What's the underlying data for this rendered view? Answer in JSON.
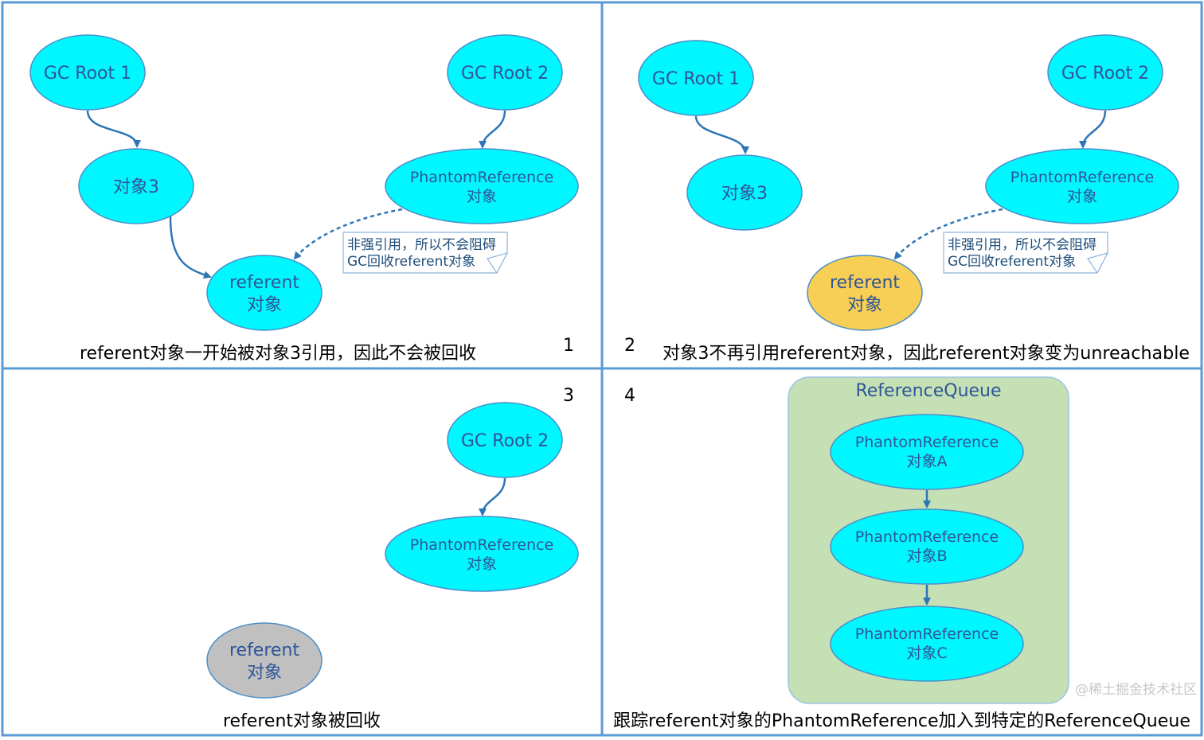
{
  "colors": {
    "node_fill": "#00f7ff",
    "node_stroke": "#4a8fc8",
    "referent_unreachable": "#f7cf55",
    "referent_collected": "#c0c0c0",
    "queue_fill": "#c5e0b4",
    "arrow": "#2e75b6",
    "grid": "#5b9bd5"
  },
  "panel1": {
    "number": "1",
    "gc_root_1": "GC Root 1",
    "gc_root_2": "GC Root 2",
    "obj3": "对象3",
    "phantom_l1": "PhantomReference",
    "phantom_l2": "对象",
    "referent_l1": "referent",
    "referent_l2": "对象",
    "note_l1": "非强引用，所以不会阻碍",
    "note_l2": "GC回收referent对象",
    "caption": "referent对象一开始被对象3引用，因此不会被回收"
  },
  "panel2": {
    "number": "2",
    "gc_root_1": "GC Root 1",
    "gc_root_2": "GC Root 2",
    "obj3": "对象3",
    "phantom_l1": "PhantomReference",
    "phantom_l2": "对象",
    "referent_l1": "referent",
    "referent_l2": "对象",
    "note_l1": "非强引用，所以不会阻碍",
    "note_l2": "GC回收referent对象",
    "caption": "对象3不再引用referent对象，因此referent对象变为unreachable"
  },
  "panel3": {
    "number": "3",
    "gc_root_2": "GC Root 2",
    "phantom_l1": "PhantomReference",
    "phantom_l2": "对象",
    "referent_l1": "referent",
    "referent_l2": "对象",
    "caption": "referent对象被回收"
  },
  "panel4": {
    "number": "4",
    "queue_title": "ReferenceQueue",
    "items": [
      {
        "l1": "PhantomReference",
        "l2": "对象A"
      },
      {
        "l1": "PhantomReference",
        "l2": "对象B"
      },
      {
        "l1": "PhantomReference",
        "l2": "对象C"
      }
    ],
    "caption": "跟踪referent对象的PhantomReference加入到特定的ReferenceQueue"
  },
  "watermark": "@稀土掘金技术社区"
}
